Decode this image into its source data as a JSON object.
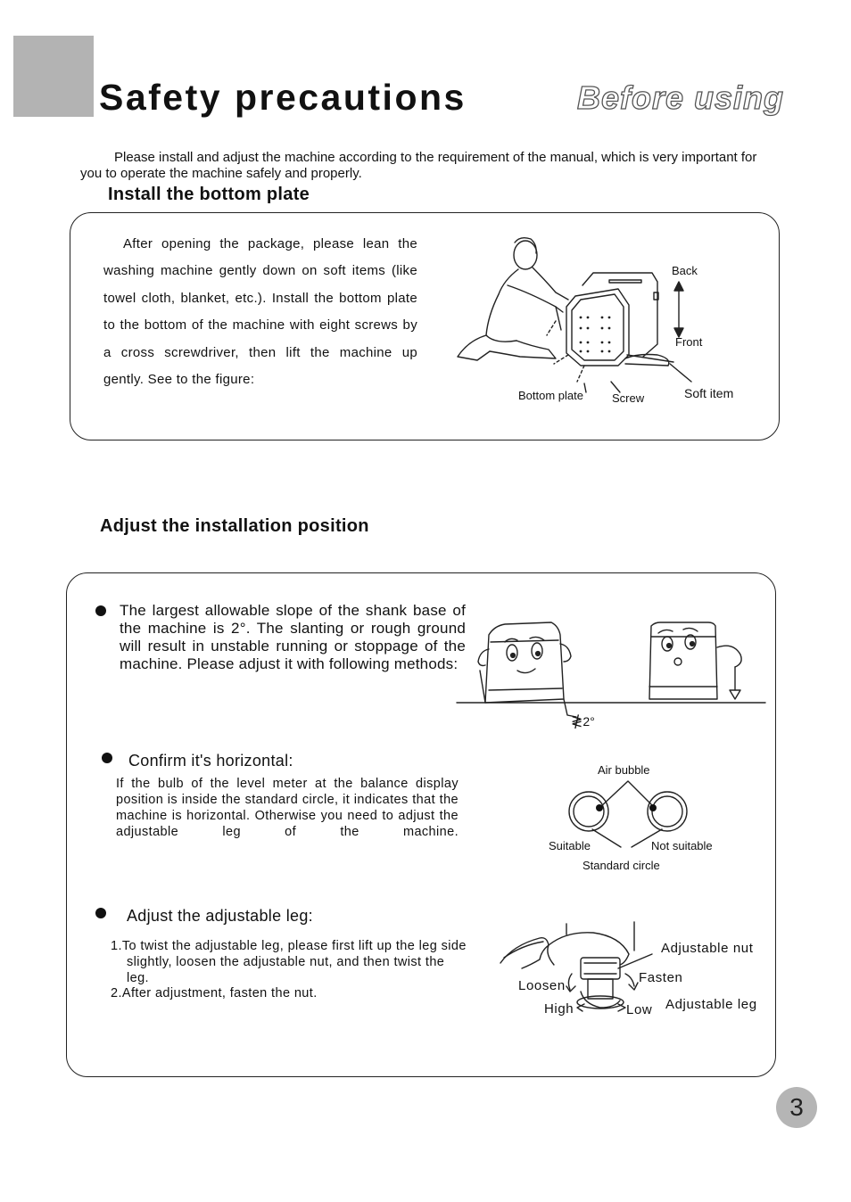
{
  "header": {
    "title": "Safety precautions",
    "section_tag": "Before using"
  },
  "intro": "Please install and adjust the machine according to the requirement of the manual, which is very important for you to operate the machine safely and properly.",
  "install": {
    "heading": "Install the bottom plate",
    "text": "After opening the package, please lean the washing machine gently down on soft items (like towel cloth, blanket, etc.). Install the bottom plate to the bottom of the machine with eight screws by a cross screwdriver, then lift the machine up gently. See to the figure:",
    "figure_labels": {
      "back": "Back",
      "front": "Front",
      "bottom_plate": "Bottom plate",
      "screw": "Screw",
      "soft_item": "Soft item"
    }
  },
  "adjust": {
    "heading": "Adjust the installation position",
    "slope_text": "The largest allowable slope of the shank base of the machine is 2°. The slanting or rough ground will result in unstable running or stoppage of the machine. Please adjust it with following methods:",
    "slope_label": "2°",
    "horizontal": {
      "heading": "Confirm it's horizontal:",
      "text": "If the bulb of the level meter at the balance display position is inside the standard circle, it indicates that the machine is horizontal. Otherwise you need to adjust the adjustable leg of the machine.",
      "labels": {
        "air_bubble": "Air bubble",
        "suitable": "Suitable",
        "not_suitable": "Not suitable",
        "standard_circle": "Standard circle"
      }
    },
    "leg": {
      "heading": "Adjust the adjustable leg:",
      "step1": "1.To twist the adjustable leg, please first lift up the leg side slightly, loosen the adjustable nut, and then twist the leg.",
      "step2": "2.After adjustment, fasten the nut.",
      "labels": {
        "adjustable_nut": "Adjustable nut",
        "loosen": "Loosen",
        "fasten": "Fasten",
        "high": "High",
        "low": "Low",
        "adjustable_leg": "Adjustable leg"
      }
    }
  },
  "page_number": "3",
  "colors": {
    "gray_block": "#b3b3b3",
    "page_badge": "#b5b5b5",
    "text": "#111111"
  }
}
